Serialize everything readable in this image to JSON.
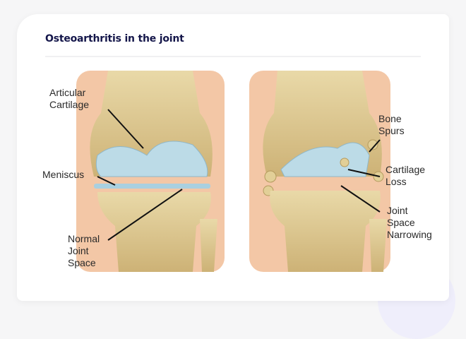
{
  "card": {
    "title": "Osteoarthritis in the joint"
  },
  "figure": {
    "normal_knee_labels": {
      "articular_cartilage": [
        "Articular",
        "Cartilage"
      ],
      "meniscus": "Meniscus",
      "normal_joint_space": [
        "Normal",
        "Joint",
        "Space"
      ]
    },
    "arthritic_knee_labels": {
      "bone_spurs": [
        "Bone",
        "Spurs"
      ],
      "cartilage_loss": [
        "Cartilage",
        "Loss"
      ],
      "joint_space_narrowing": [
        "Joint",
        "Space",
        "Narrowing"
      ]
    }
  }
}
